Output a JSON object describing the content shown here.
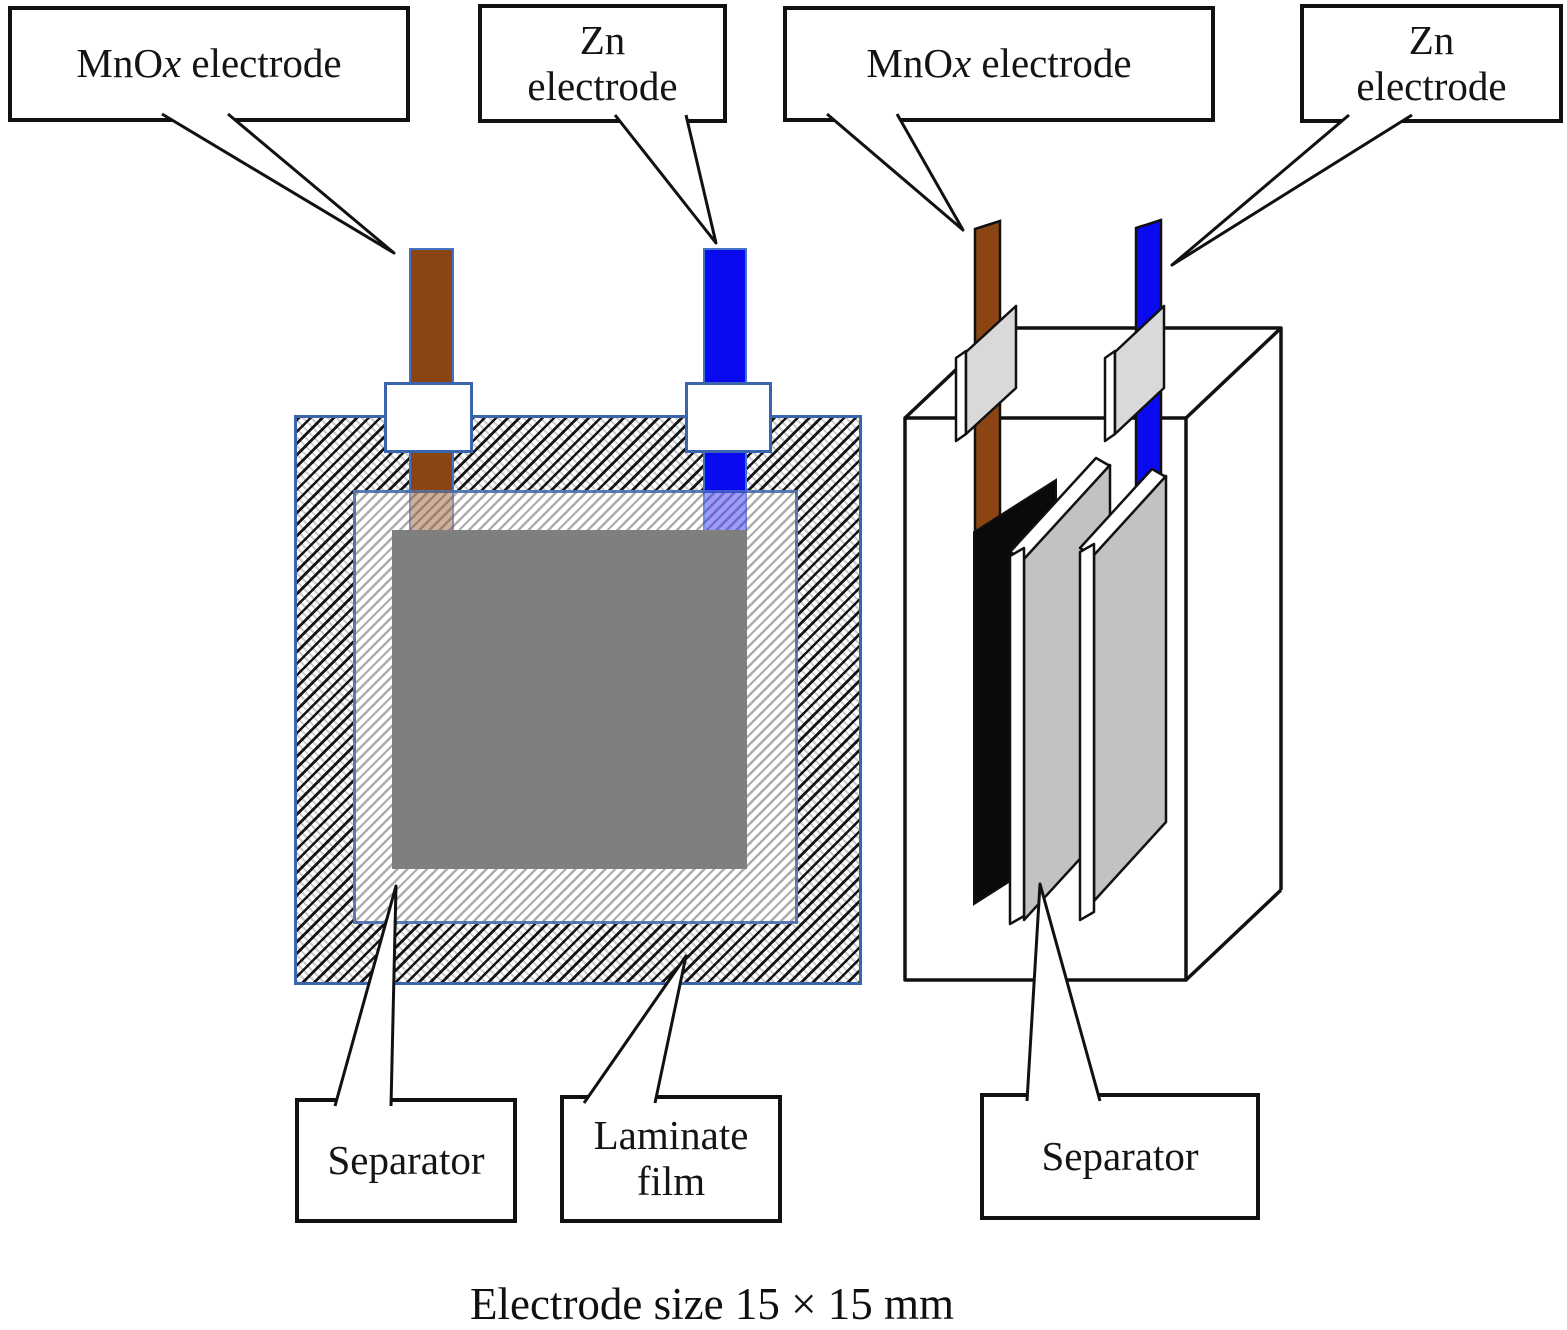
{
  "labels": {
    "mnox_left": {
      "prefix": "MnO",
      "variable": "x",
      "suffix": " electrode"
    },
    "zn_left": {
      "line1": "Zn",
      "line2": "electrode"
    },
    "mnox_right": {
      "prefix": "MnO",
      "variable": "x",
      "suffix": " electrode"
    },
    "zn_right": {
      "line1": "Zn",
      "line2": "electrode"
    },
    "separator_left": "Separator",
    "laminate": {
      "line1": "Laminate",
      "line2": "film"
    },
    "separator_right": "Separator"
  },
  "caption": "Electrode size 15 × 15 mm",
  "colors": {
    "mnox_tab": "#8B4513",
    "zn_tab": "#0A0AF0",
    "rect_border_blue": "#3A64AD",
    "tab_border_blue": "#4472C4",
    "electrode_gray": "#7F7F7F",
    "plate_gray": "#C2C2C2",
    "seal_pad_gray": "#D9D9D9",
    "outline": "#111111"
  }
}
